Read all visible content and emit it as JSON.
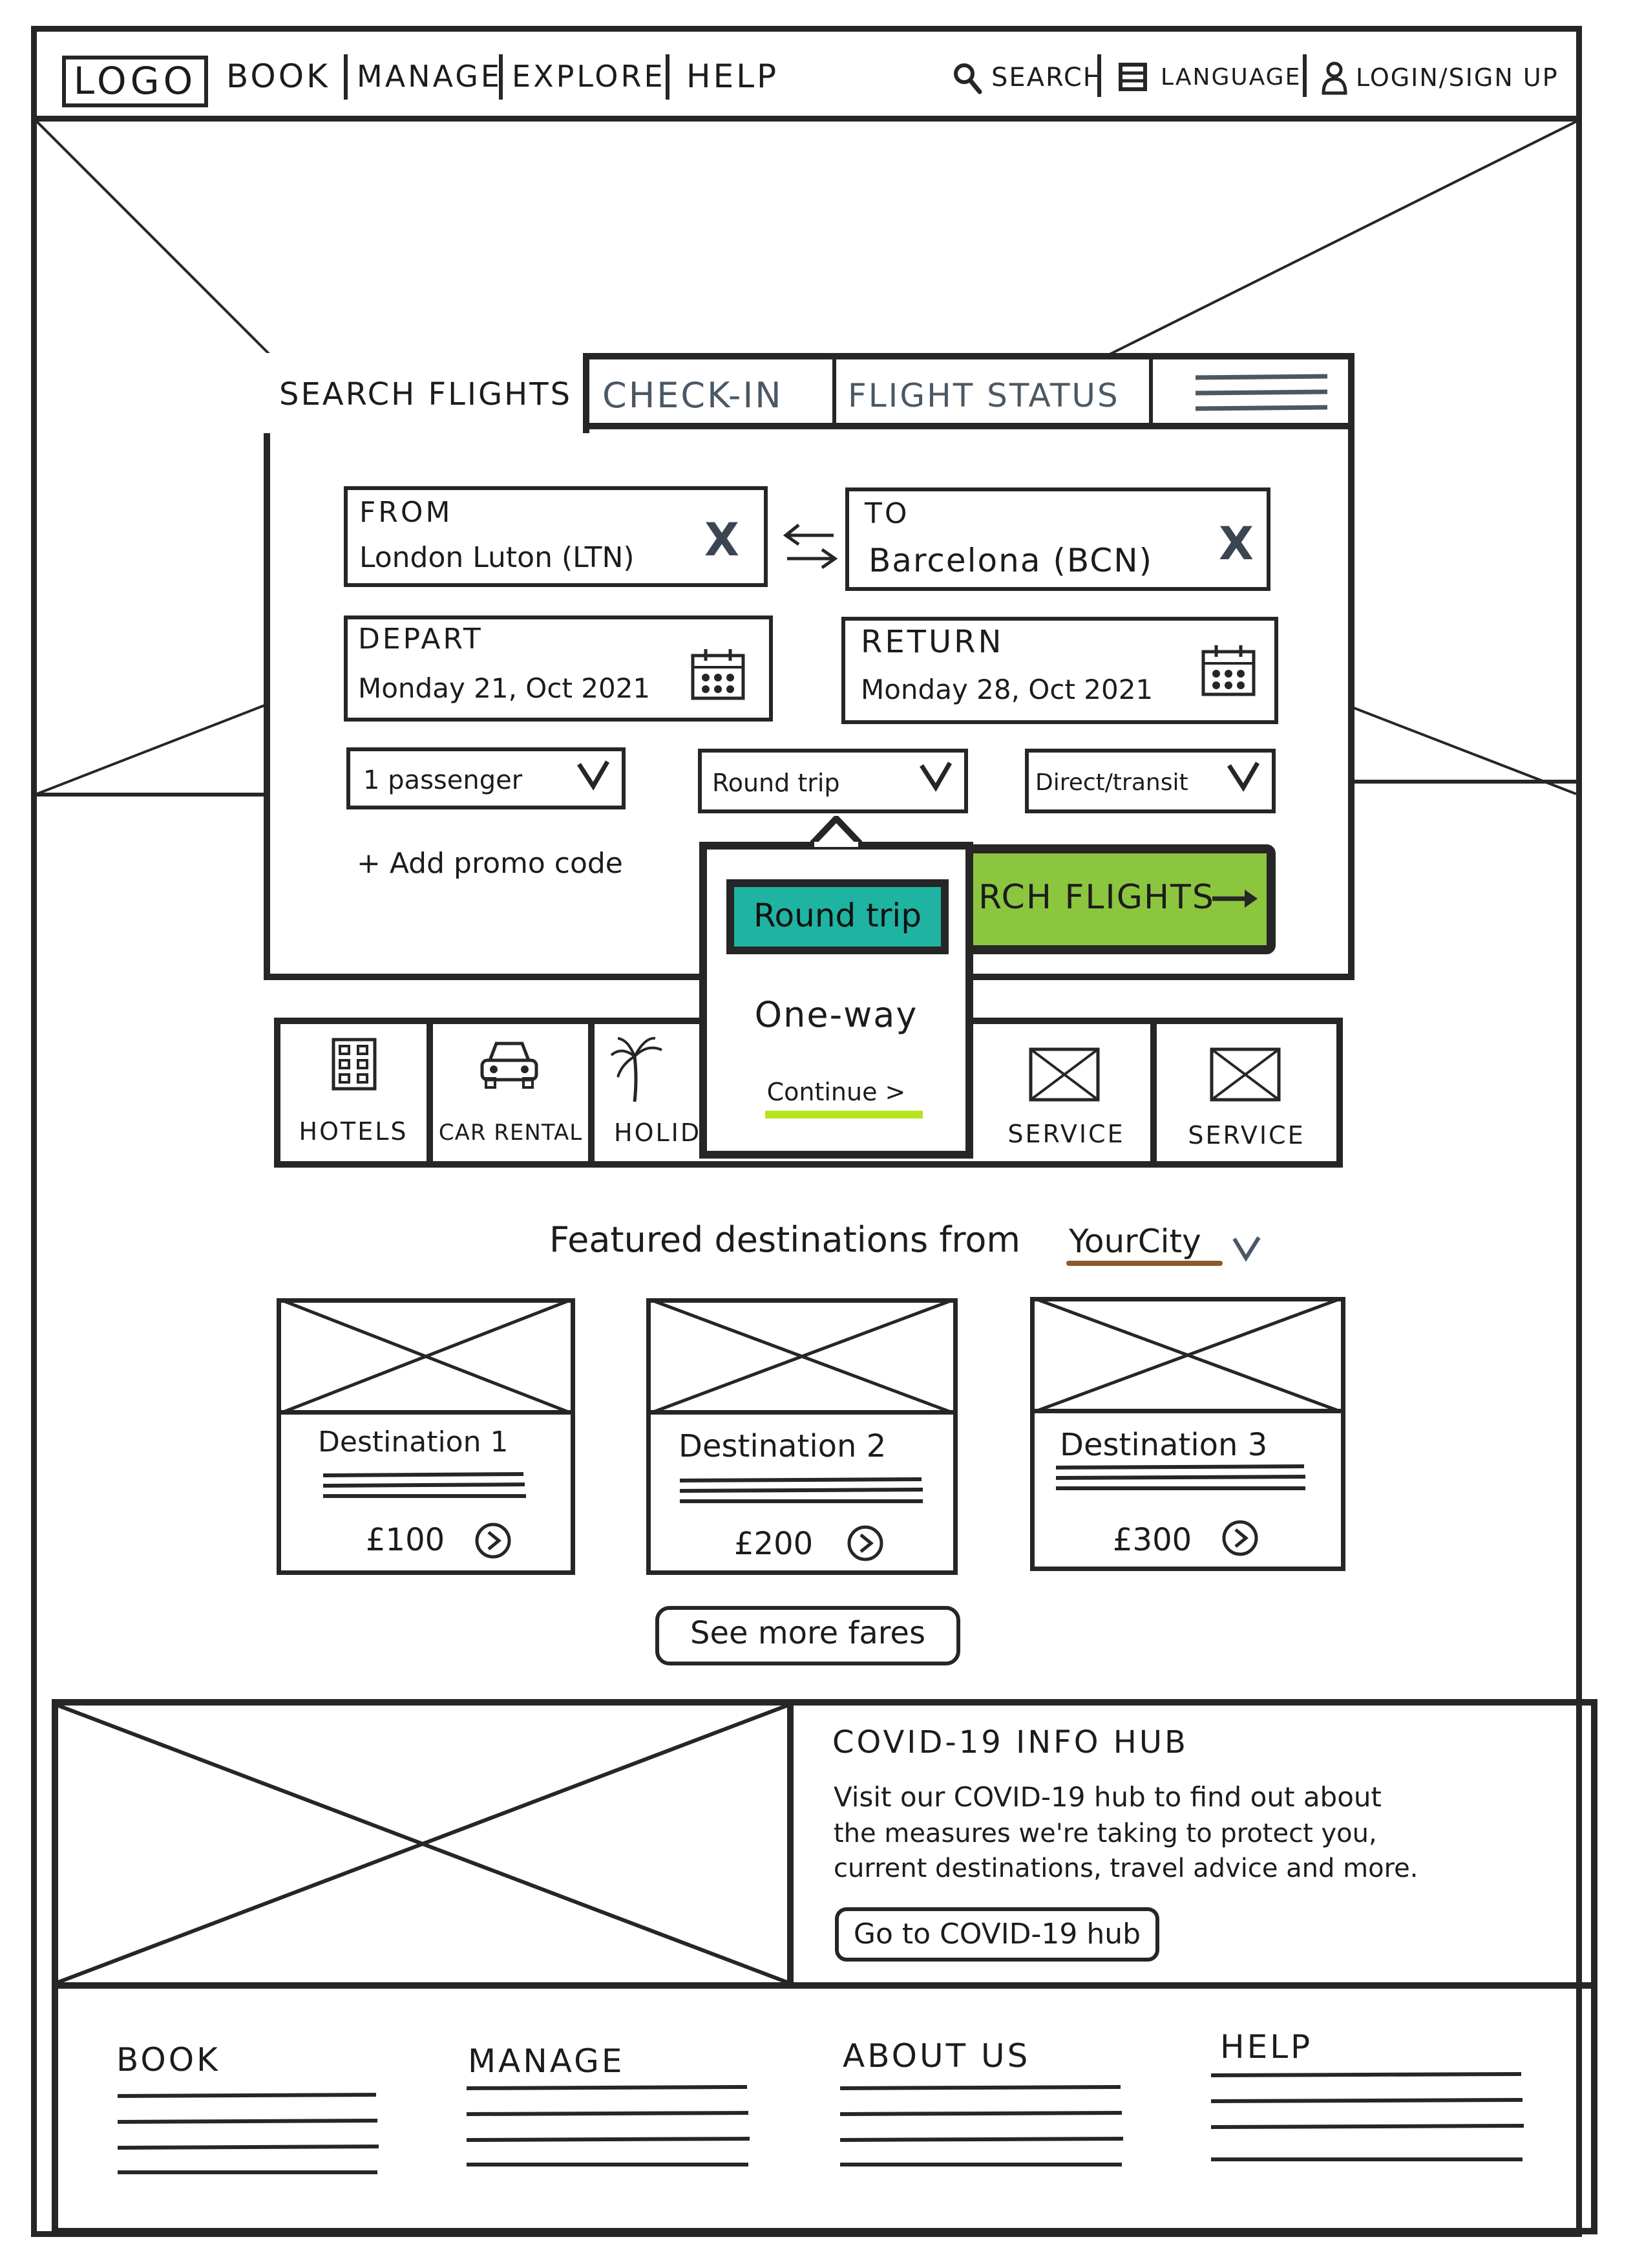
{
  "header": {
    "logo": "LOGO",
    "nav": [
      "BOOK",
      "MANAGE",
      "EXPLORE",
      "HELP"
    ],
    "search": "SEARCH",
    "language": "LANGUAGE",
    "login": "LOGIN/SIGN UP"
  },
  "booking": {
    "tabs": [
      "SEARCH FLIGHTS",
      "CHECK-IN",
      "FLIGHT STATUS"
    ],
    "from_label": "FROM",
    "from_value": "London Luton (LTN)",
    "to_label": "TO",
    "to_value": "Barcelona (BCN)",
    "depart_label": "DEPART",
    "depart_value": "Monday 21, Oct 2021",
    "return_label": "RETURN",
    "return_value": "Monday 28, Oct 2021",
    "clear_glyph": "X",
    "passengers": "1 passenger",
    "trip_type": "Round trip",
    "route_type": "Direct/transit",
    "promo": "+ Add promo code",
    "search_button": "RCH FLIGHTS"
  },
  "trip_dropdown": {
    "selected": "Round trip",
    "other": "One-way",
    "continue": "Continue >"
  },
  "services": [
    "HOTELS",
    "CAR RENTAL",
    "HOLIDA",
    "SERVICE",
    "SERVICE"
  ],
  "featured": {
    "title": "Featured destinations from",
    "city": "YourCity",
    "cards": [
      {
        "name": "Destination 1",
        "price": "£100"
      },
      {
        "name": "Destination 2",
        "price": "£200"
      },
      {
        "name": "Destination 3",
        "price": "£300"
      }
    ],
    "more_button": "See more fares"
  },
  "covid": {
    "title": "COVID-19 INFO HUB",
    "line1": "Visit our COVID-19 hub to find out about",
    "line2": "the measures we're taking to protect you,",
    "line3": "current destinations, travel advice and more.",
    "button": "Go to COVID-19 hub"
  },
  "footer": {
    "columns": [
      "BOOK",
      "MANAGE",
      "ABOUT US",
      "HELP"
    ]
  },
  "colors": {
    "ink": "#262626",
    "accent_green": "#8cc63f",
    "selected_teal": "#1fb3a2",
    "city_underline": "#8b5a2b",
    "continue_underline": "#b5e61d",
    "tab_inactive_text": "#4a5866"
  }
}
